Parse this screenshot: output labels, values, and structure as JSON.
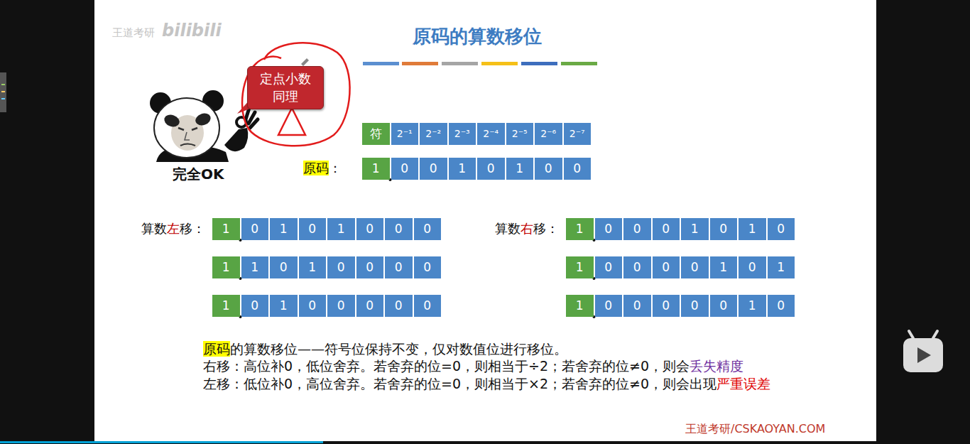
{
  "diagram": {
    "title": "原码的算数移位",
    "nodes": [
      {
        "text": [
          "定点小数 同理"
        ]
      },
      {
        "text": [
          "符"
        ]
      },
      {
        "text": [
          "2⁻¹"
        ]
      },
      {
        "text": [
          "2⁻²"
        ]
      },
      {
        "text": [
          "2⁻³"
        ]
      },
      {
        "text": [
          "2⁻⁴"
        ]
      },
      {
        "text": [
          "2⁻⁵"
        ]
      },
      {
        "text": [
          "2⁻⁶"
        ]
      },
      {
        "text": [
          "2⁻⁷"
        ]
      },
      {
        "text": [
          "1"
        ]
      },
      {
        "text": [
          "0"
        ]
      },
      {
        "text": [
          "0"
        ]
      },
      {
        "text": [
          "1"
        ]
      },
      {
        "text": [
          "0"
        ]
      },
      {
        "text": [
          "1"
        ]
      },
      {
        "text": [
          "0"
        ]
      },
      {
        "text": [
          "0"
        ]
      },
      {
        "text": [
          "1"
        ]
      },
      {
        "text": [
          "0"
        ]
      },
      {
        "text": [
          "1"
        ]
      },
      {
        "text": [
          "0"
        ]
      },
      {
        "text": [
          "1"
        ]
      },
      {
        "text": [
          "0"
        ]
      },
      {
        "text": [
          "0"
        ]
      },
      {
        "text": [
          "0"
        ]
      },
      {
        "text": [
          "1"
        ]
      },
      {
        "text": [
          "0"
        ]
      },
      {
        "text": [
          "0"
        ]
      },
      {
        "text": [
          "0"
        ]
      },
      {
        "text": [
          "1"
        ]
      },
      {
        "text": [
          "0"
        ]
      },
      {
        "text": [
          "1"
        ]
      },
      {
        "text": [
          "0"
        ]
      },
      {
        "text": [
          "1"
        ]
      },
      {
        "text": [
          "1"
        ]
      },
      {
        "text": [
          "0"
        ]
      },
      {
        "text": [
          "1"
        ]
      },
      {
        "text": [
          "0"
        ]
      },
      {
        "text": [
          "0"
        ]
      },
      {
        "text": [
          "0"
        ]
      },
      {
        "text": [
          "0"
        ]
      },
      {
        "text": [
          "1"
        ]
      },
      {
        "text": [
          "0"
        ]
      },
      {
        "text": [
          "0"
        ]
      },
      {
        "text": [
          "0"
        ]
      },
      {
        "text": [
          "0"
        ]
      },
      {
        "text": [
          "1"
        ]
      },
      {
        "text": [
          "0"
        ]
      },
      {
        "text": [
          "1"
        ]
      },
      {
        "text": [
          "1"
        ]
      },
      {
        "text": [
          "0"
        ]
      },
      {
        "text": [
          "1"
        ]
      },
      {
        "text": [
          "0"
        ]
      },
      {
        "text": [
          "0"
        ]
      },
      {
        "text": [
          "0"
        ]
      },
      {
        "text": [
          "0"
        ]
      },
      {
        "text": [
          "0"
        ]
      },
      {
        "text": [
          "1"
        ]
      },
      {
        "text": [
          "0"
        ]
      },
      {
        "text": [
          "0"
        ]
      },
      {
        "text": [
          "0"
        ]
      },
      {
        "text": [
          "0"
        ]
      },
      {
        "text": [
          "0"
        ]
      },
      {
        "text": [
          "1"
        ]
      },
      {
        "text": [
          "0"
        ]
      }
    ],
    "labels": [
      "王道考研",
      "bilibili",
      "完全OK",
      "原码",
      "：",
      "算数",
      "左",
      "移：",
      "算数",
      "右",
      "移：",
      "原码",
      "的算数移位——符号位保持不变，仅对数值位进行移位。",
      "右移：高位补0，低位舍弃。若舍弃的位=0，则相当于÷2；若舍弃的位≠0，则会",
      "丢失精度",
      "左移：低位补0，高位舍弃。若舍弃的位=0，则相当于×2；若舍弃的位≠0，则会出现",
      "严重误差",
      "王道考研/CSKAOYAN.COM"
    ]
  }
}
